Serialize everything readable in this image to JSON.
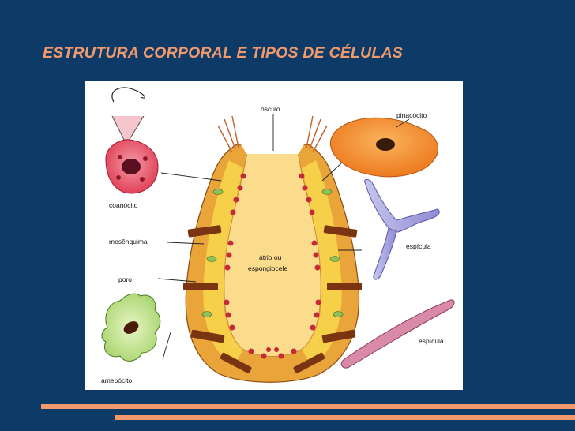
{
  "slide": {
    "title": "ESTRUTURA CORPORAL E TIPOS DE CÉLULAS"
  },
  "diagram": {
    "labels": {
      "osculo": "ósculo",
      "pinacocito": "pinacócito",
      "coanocito": "coanócito",
      "espicula_1": "espícula",
      "mesenquima": "mesênquima",
      "atrio_line1": "átrio ou",
      "atrio_line2": "espongiocele",
      "poro": "poro",
      "espicula_2": "espícula",
      "amebocito": "amebócito"
    }
  },
  "colors": {
    "background": "#0d3a66",
    "title": "#f39a6c",
    "accent_bar": "#f39a6c"
  }
}
